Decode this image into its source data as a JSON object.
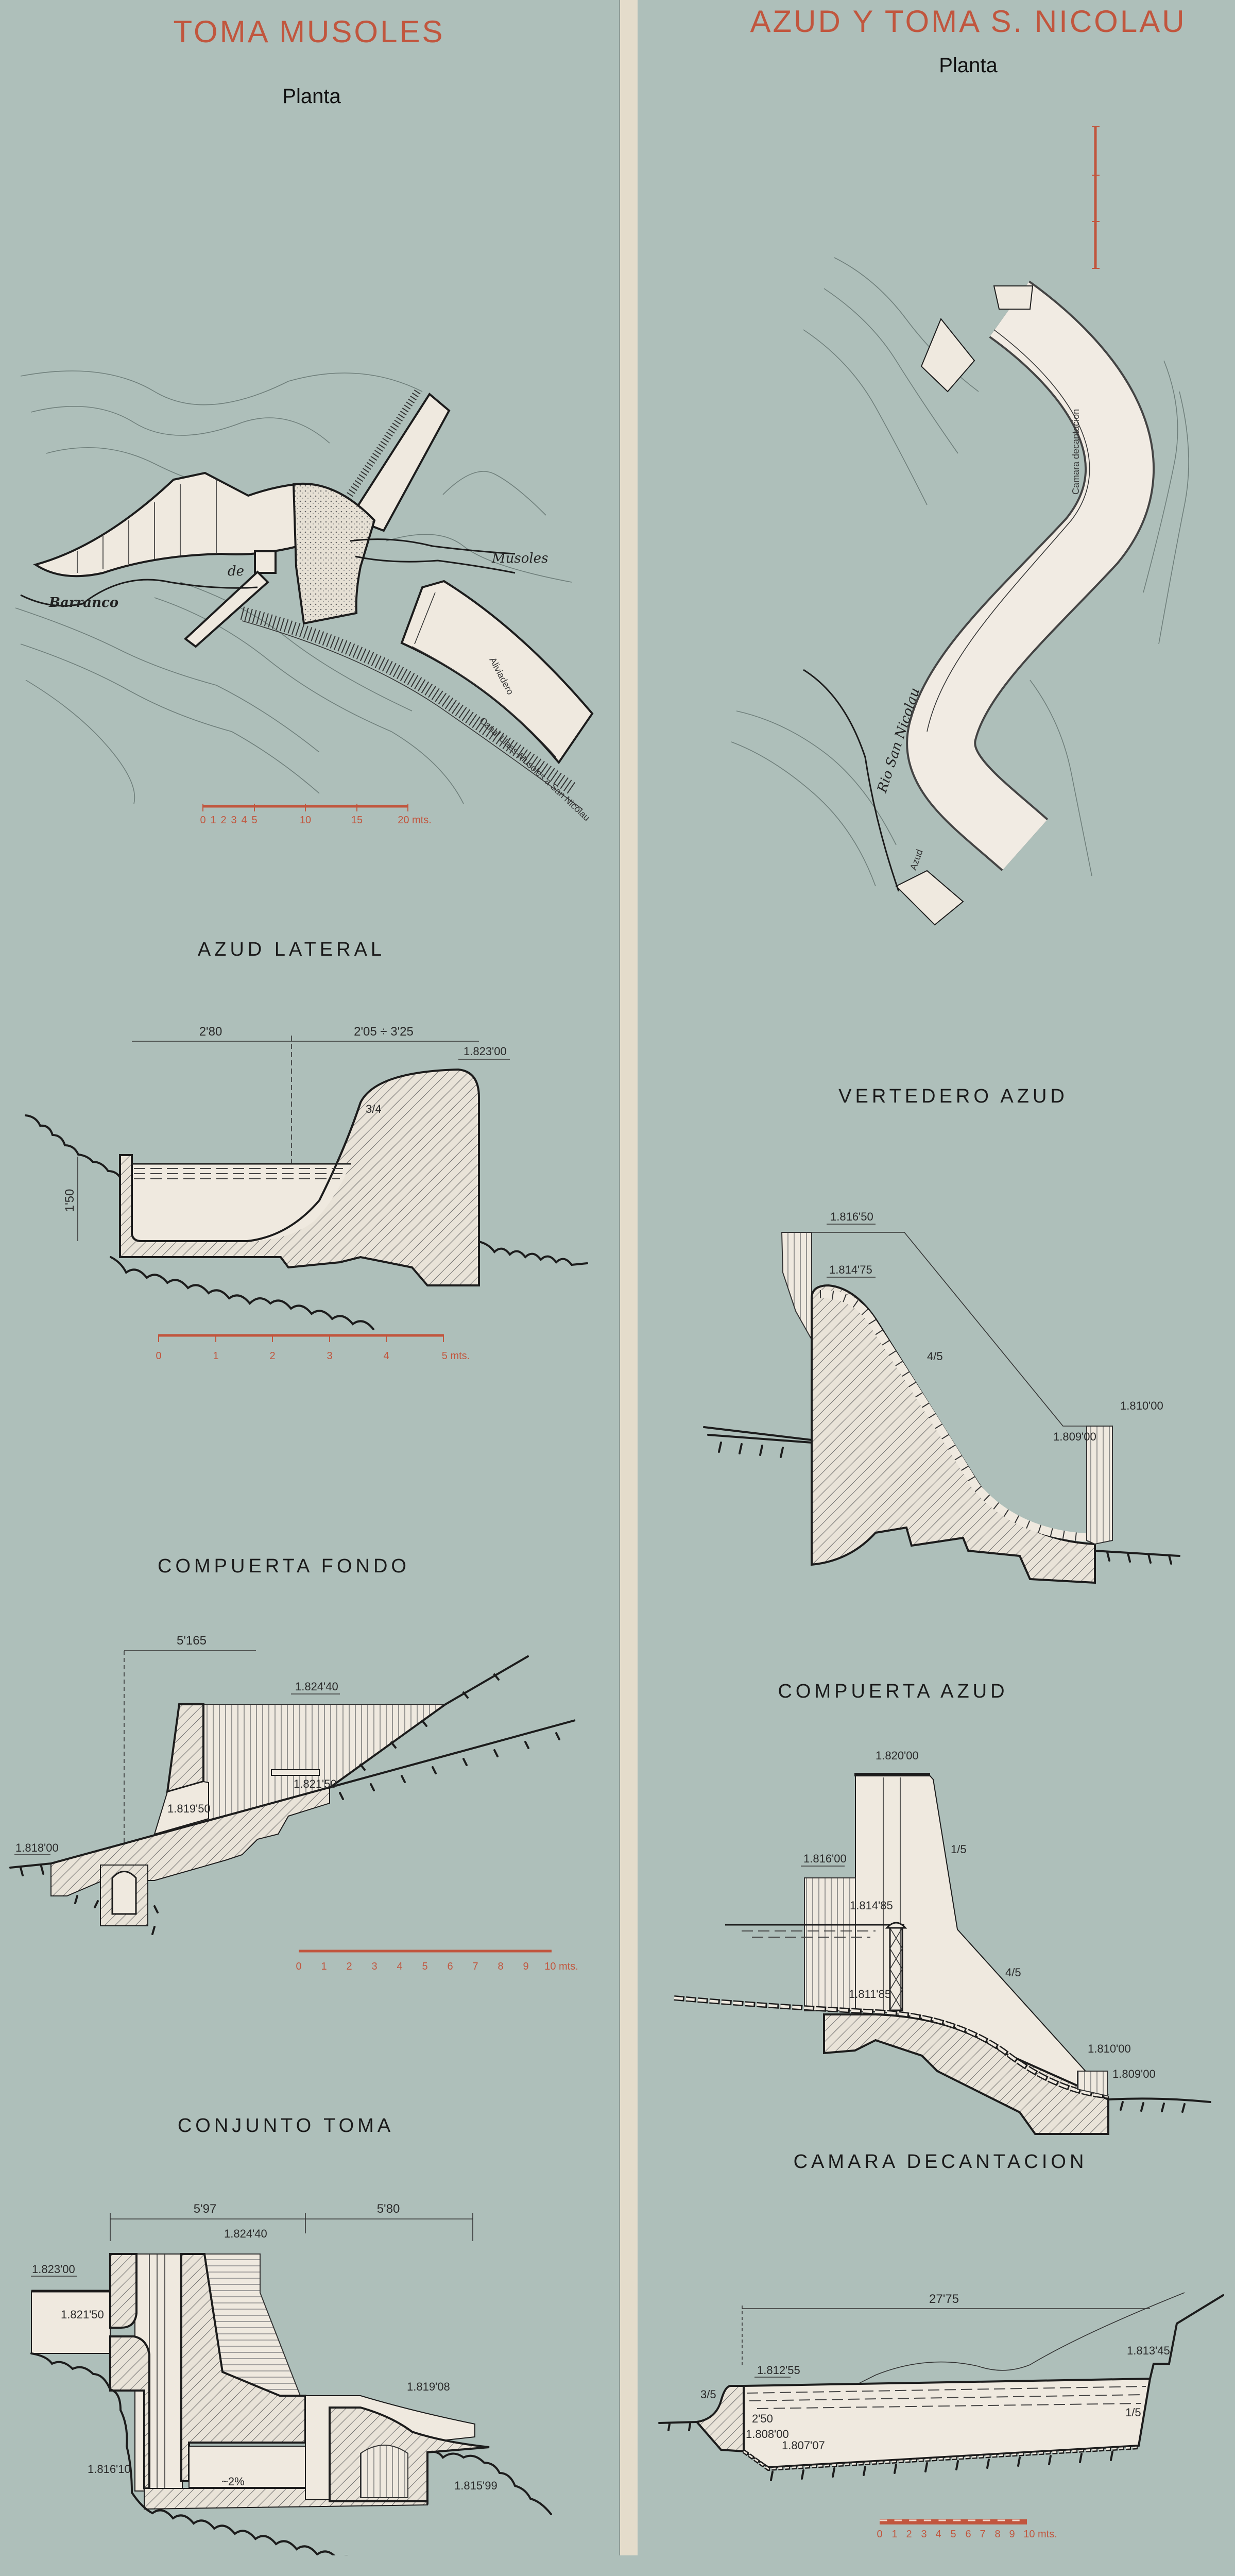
{
  "left_sheet": {
    "title": "TOMA MUSOLES",
    "plan": {
      "subtitle": "Planta",
      "labels": {
        "barranco": "Barranco",
        "de": "de",
        "musoles": "Musoles",
        "aliviadero": "Aliviadero",
        "canal": "Canal Llaes-Musoles a San Nicolau"
      },
      "scale_ticks": [
        "0",
        "1",
        "2",
        "3",
        "4",
        "5",
        "10",
        "15",
        "20 mts."
      ]
    },
    "azud_lateral": {
      "title": "AZUD LATERAL",
      "dims": [
        "2'80",
        "2'05 ÷ 3'25",
        "1'50"
      ],
      "elevation": "1.823'00",
      "slope": "3/4",
      "scale_ticks": [
        "0",
        "1",
        "2",
        "3",
        "4",
        "5 mts."
      ]
    },
    "compuerta_fondo": {
      "title": "COMPUERTA FONDO",
      "dim": "5'165",
      "elevations": [
        "1.824'40",
        "1.821'50",
        "1.819'50",
        "1.818'00"
      ],
      "scale_ticks": [
        "0",
        "1",
        "2",
        "3",
        "4",
        "5",
        "6",
        "7",
        "8",
        "9",
        "10 mts."
      ]
    },
    "conjunto_toma": {
      "title": "CONJUNTO TOMA",
      "dims": [
        "5'97",
        "5'80"
      ],
      "elevations": [
        "1.824'40",
        "1.823'00",
        "1.821'50",
        "1.819'08",
        "1.816'10",
        "1.815'99"
      ],
      "slope": "~2%"
    }
  },
  "right_sheet": {
    "title": "AZUD Y TOMA S. NICOLAU",
    "plan": {
      "subtitle": "Planta",
      "labels": {
        "rio": "Rio San Nicolau",
        "camara": "Camara decantacion",
        "azud": "Azud"
      }
    },
    "vertedero_azud": {
      "title": "VERTEDERO AZUD",
      "elevations": [
        "1.816'50",
        "1.814'75",
        "1.810'00",
        "1.809'00"
      ],
      "slope": "4/5"
    },
    "compuerta_azud": {
      "title": "COMPUERTA AZUD",
      "elevations": [
        "1.820'00",
        "1.816'00",
        "1.814'85",
        "1.811'85",
        "1.810'00",
        "1.809'00"
      ],
      "slopes": [
        "1/5",
        "4/5"
      ]
    },
    "camara_decantacion": {
      "title": "CAMARA DECANTACION",
      "dim": "27'75",
      "dim2": "2'50",
      "elevations": [
        "1.812'55",
        "1.813'45",
        "1.808'00",
        "1.807'07"
      ],
      "slopes": [
        "3/5",
        "1/5"
      ],
      "scale_ticks": [
        "0",
        "1",
        "2",
        "3",
        "4",
        "5",
        "6",
        "7",
        "8",
        "9",
        "10 mts."
      ]
    }
  },
  "colors": {
    "paper": "#aebfba",
    "title_red": "#c1563e",
    "fold": "#e4dccb",
    "structure": "#efe9df"
  }
}
